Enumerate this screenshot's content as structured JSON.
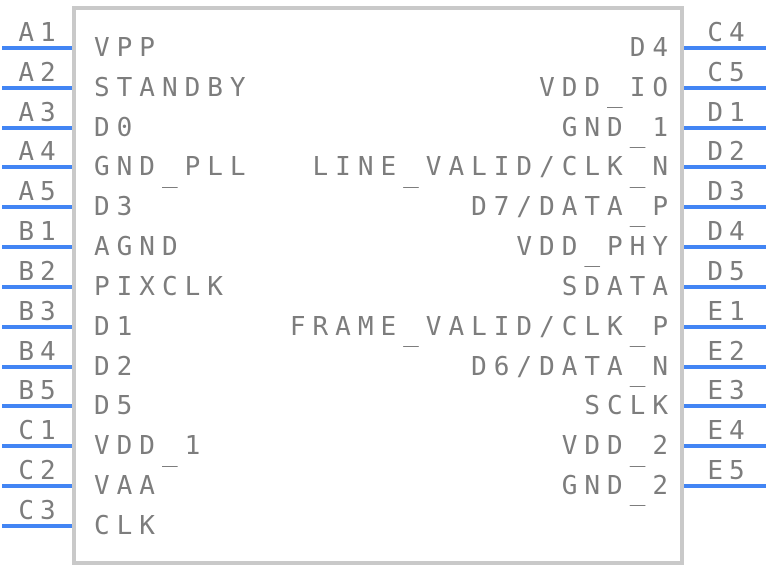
{
  "component": {
    "type": "schematic-symbol",
    "left_pins": [
      {
        "number": "A1",
        "name": "VPP"
      },
      {
        "number": "A2",
        "name": "STANDBY"
      },
      {
        "number": "A3",
        "name": "D0"
      },
      {
        "number": "A4",
        "name": "GND_PLL"
      },
      {
        "number": "A5",
        "name": "D3"
      },
      {
        "number": "B1",
        "name": "AGND"
      },
      {
        "number": "B2",
        "name": "PIXCLK"
      },
      {
        "number": "B3",
        "name": "D1"
      },
      {
        "number": "B4",
        "name": "D2"
      },
      {
        "number": "B5",
        "name": "D5"
      },
      {
        "number": "C1",
        "name": "VDD_1"
      },
      {
        "number": "C2",
        "name": "VAA"
      },
      {
        "number": "C3",
        "name": "CLK"
      }
    ],
    "right_pins": [
      {
        "number": "C4",
        "name": "D4"
      },
      {
        "number": "C5",
        "name": "VDD_IO"
      },
      {
        "number": "D1",
        "name": "GND_1"
      },
      {
        "number": "D2",
        "name": "LINE_VALID/CLK_N"
      },
      {
        "number": "D3",
        "name": "D7/DATA_P"
      },
      {
        "number": "D4",
        "name": "VDD_PHY"
      },
      {
        "number": "D5",
        "name": "SDATA"
      },
      {
        "number": "E1",
        "name": "FRAME_VALID/CLK_P"
      },
      {
        "number": "E2",
        "name": "D6/DATA_N"
      },
      {
        "number": "E3",
        "name": "SCLK"
      },
      {
        "number": "E4",
        "name": "VDD_2"
      },
      {
        "number": "E5",
        "name": "GND_2"
      }
    ]
  },
  "colors": {
    "pin_line": "#4285f4",
    "body_border": "#c9c9c9",
    "label_text": "#7d7d7d",
    "background": "#ffffff"
  }
}
